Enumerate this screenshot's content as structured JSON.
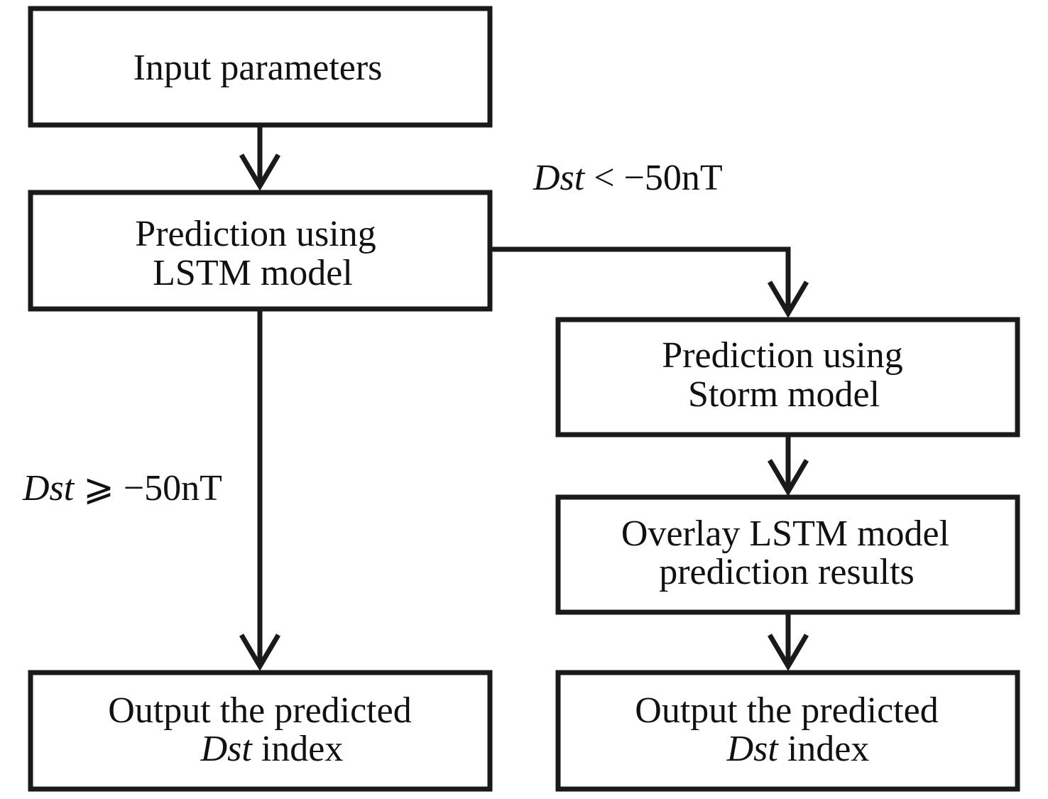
{
  "nodes": {
    "input": {
      "text": "Input parameters"
    },
    "lstm": {
      "line1": "Prediction using",
      "line2": "LSTM model"
    },
    "storm": {
      "line1": "Prediction using",
      "line2": "Storm model"
    },
    "overlay": {
      "line1": "Overlay LSTM model",
      "line2": "prediction results"
    },
    "output_left": {
      "line1": "Output the predicted",
      "line2_italic": "Dst",
      "line2_rest": " index"
    },
    "output_right": {
      "line1": "Output the predicted",
      "line2_italic": "Dst",
      "line2_rest": " index"
    }
  },
  "conditions": {
    "storm_branch": {
      "var": "Dst",
      "rest": " < −50nT"
    },
    "quiet_branch": {
      "var": "Dst",
      "rest": " ⩾ −50nT"
    }
  }
}
